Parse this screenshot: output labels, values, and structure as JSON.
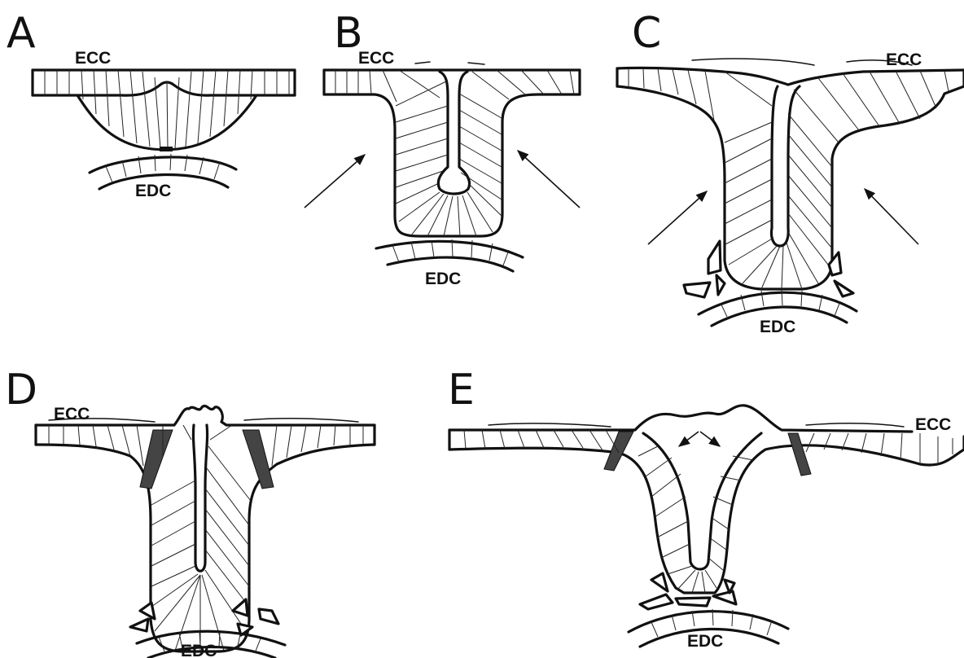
{
  "panels": [
    {
      "id": "A",
      "top_label": "ECC",
      "bottom_label": "EDC"
    },
    {
      "id": "B",
      "top_label": "ECC",
      "bottom_label": "EDC"
    },
    {
      "id": "C",
      "top_label": "ECC",
      "bottom_label": "EDC"
    },
    {
      "id": "D",
      "top_label": "ECC",
      "bottom_label": "EDC"
    },
    {
      "id": "E",
      "top_label": "ECC",
      "bottom_label": "EDC"
    }
  ]
}
